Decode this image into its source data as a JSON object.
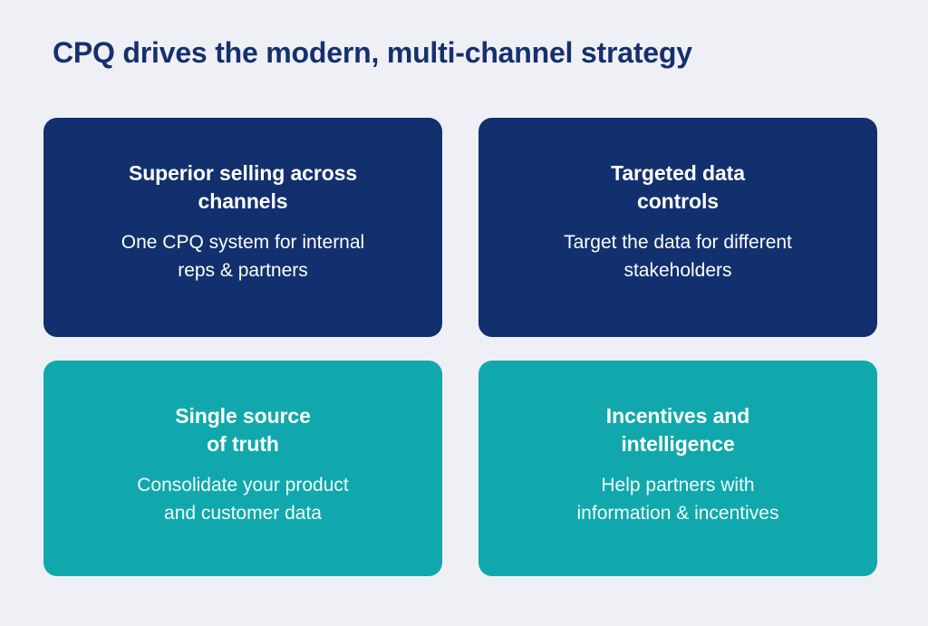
{
  "slide": {
    "title": "CPQ drives the modern, multi-channel strategy",
    "background_color": "#eff0f5",
    "title_color": "#16306e",
    "navy_color": "#12306e",
    "teal_color": "#10a8ac",
    "text_color": "#ffffff"
  },
  "cards": [
    {
      "heading": "Superior selling across\nchannels",
      "body": "One CPQ system for internal\nreps & partners",
      "style": "navy"
    },
    {
      "heading": "Targeted data\ncontrols",
      "body": "Target the data for different\nstakeholders",
      "style": "navy"
    },
    {
      "heading": "Single source\nof truth",
      "body": "Consolidate your product\nand customer data",
      "style": "teal"
    },
    {
      "heading": "Incentives and\nintelligence",
      "body": "Help partners with\ninformation & incentives",
      "style": "teal"
    }
  ]
}
